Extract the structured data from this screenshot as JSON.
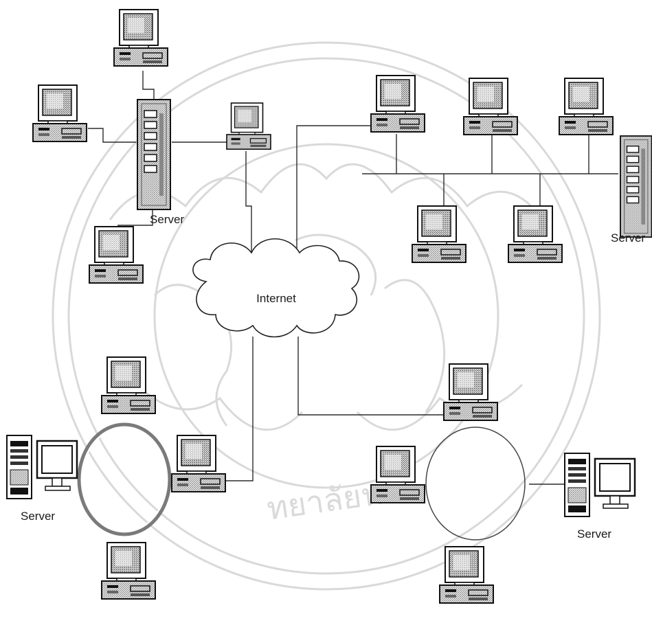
{
  "labels": {
    "internet": "Internet",
    "server_top_left": "Server",
    "server_top_right": "Server",
    "server_bottom_left": "Server",
    "server_bottom_right": "Server"
  },
  "watermark": {
    "thai_text": "ทยาลัยน"
  },
  "colors": {
    "line": "#2b2b2b",
    "ring": "#8a8a8a",
    "watermark": "#d6d6d6"
  }
}
